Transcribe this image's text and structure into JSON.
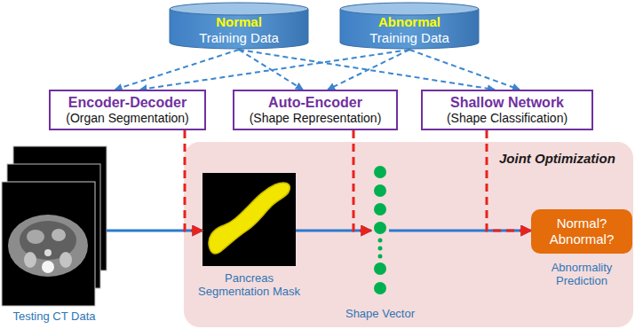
{
  "diagram": {
    "nodes": [
      {
        "text": [
          "Normal",
          "Training Data"
        ]
      },
      {
        "text": [
          "Abnormal",
          "Training Data"
        ]
      },
      {
        "text": [
          "Encoder-Decoder",
          "(Organ Segmentation)"
        ]
      },
      {
        "text": [
          "Auto-Encoder",
          "(Shape Representation)"
        ]
      },
      {
        "text": [
          "Shallow Network",
          "(Shape Classification)"
        ]
      },
      {
        "text": [
          "Testing CT Data"
        ]
      },
      {
        "text": [
          "Joint Optimization"
        ]
      },
      {
        "text": [
          "Pancreas Segmentation Mask"
        ],
        "in": 6
      },
      {
        "text": [
          "Shape Vector"
        ],
        "in": 6
      },
      {
        "text": [
          "Normal? Abnormal?",
          "Abnormality Prediction"
        ],
        "in": 6
      }
    ],
    "edges": [
      {
        "from": 0,
        "to": 2,
        "arrow": "to"
      },
      {
        "from": 0,
        "to": 3,
        "arrow": "to"
      },
      {
        "from": 0,
        "to": 4,
        "arrow": "to"
      },
      {
        "from": 1,
        "to": 2,
        "arrow": "to"
      },
      {
        "from": 1,
        "to": 3,
        "arrow": "to"
      },
      {
        "from": 1,
        "to": 4,
        "arrow": "to"
      },
      {
        "from": 5,
        "to": 7,
        "arrow": "to"
      },
      {
        "from": 7,
        "to": 8,
        "arrow": "to"
      },
      {
        "from": 8,
        "to": 9,
        "arrow": "to"
      },
      {
        "from": 2,
        "to": 7,
        "arrow": "to"
      },
      {
        "from": 3,
        "to": 8,
        "arrow": "to"
      },
      {
        "from": 4,
        "to": 9,
        "arrow": "to"
      }
    ]
  }
}
